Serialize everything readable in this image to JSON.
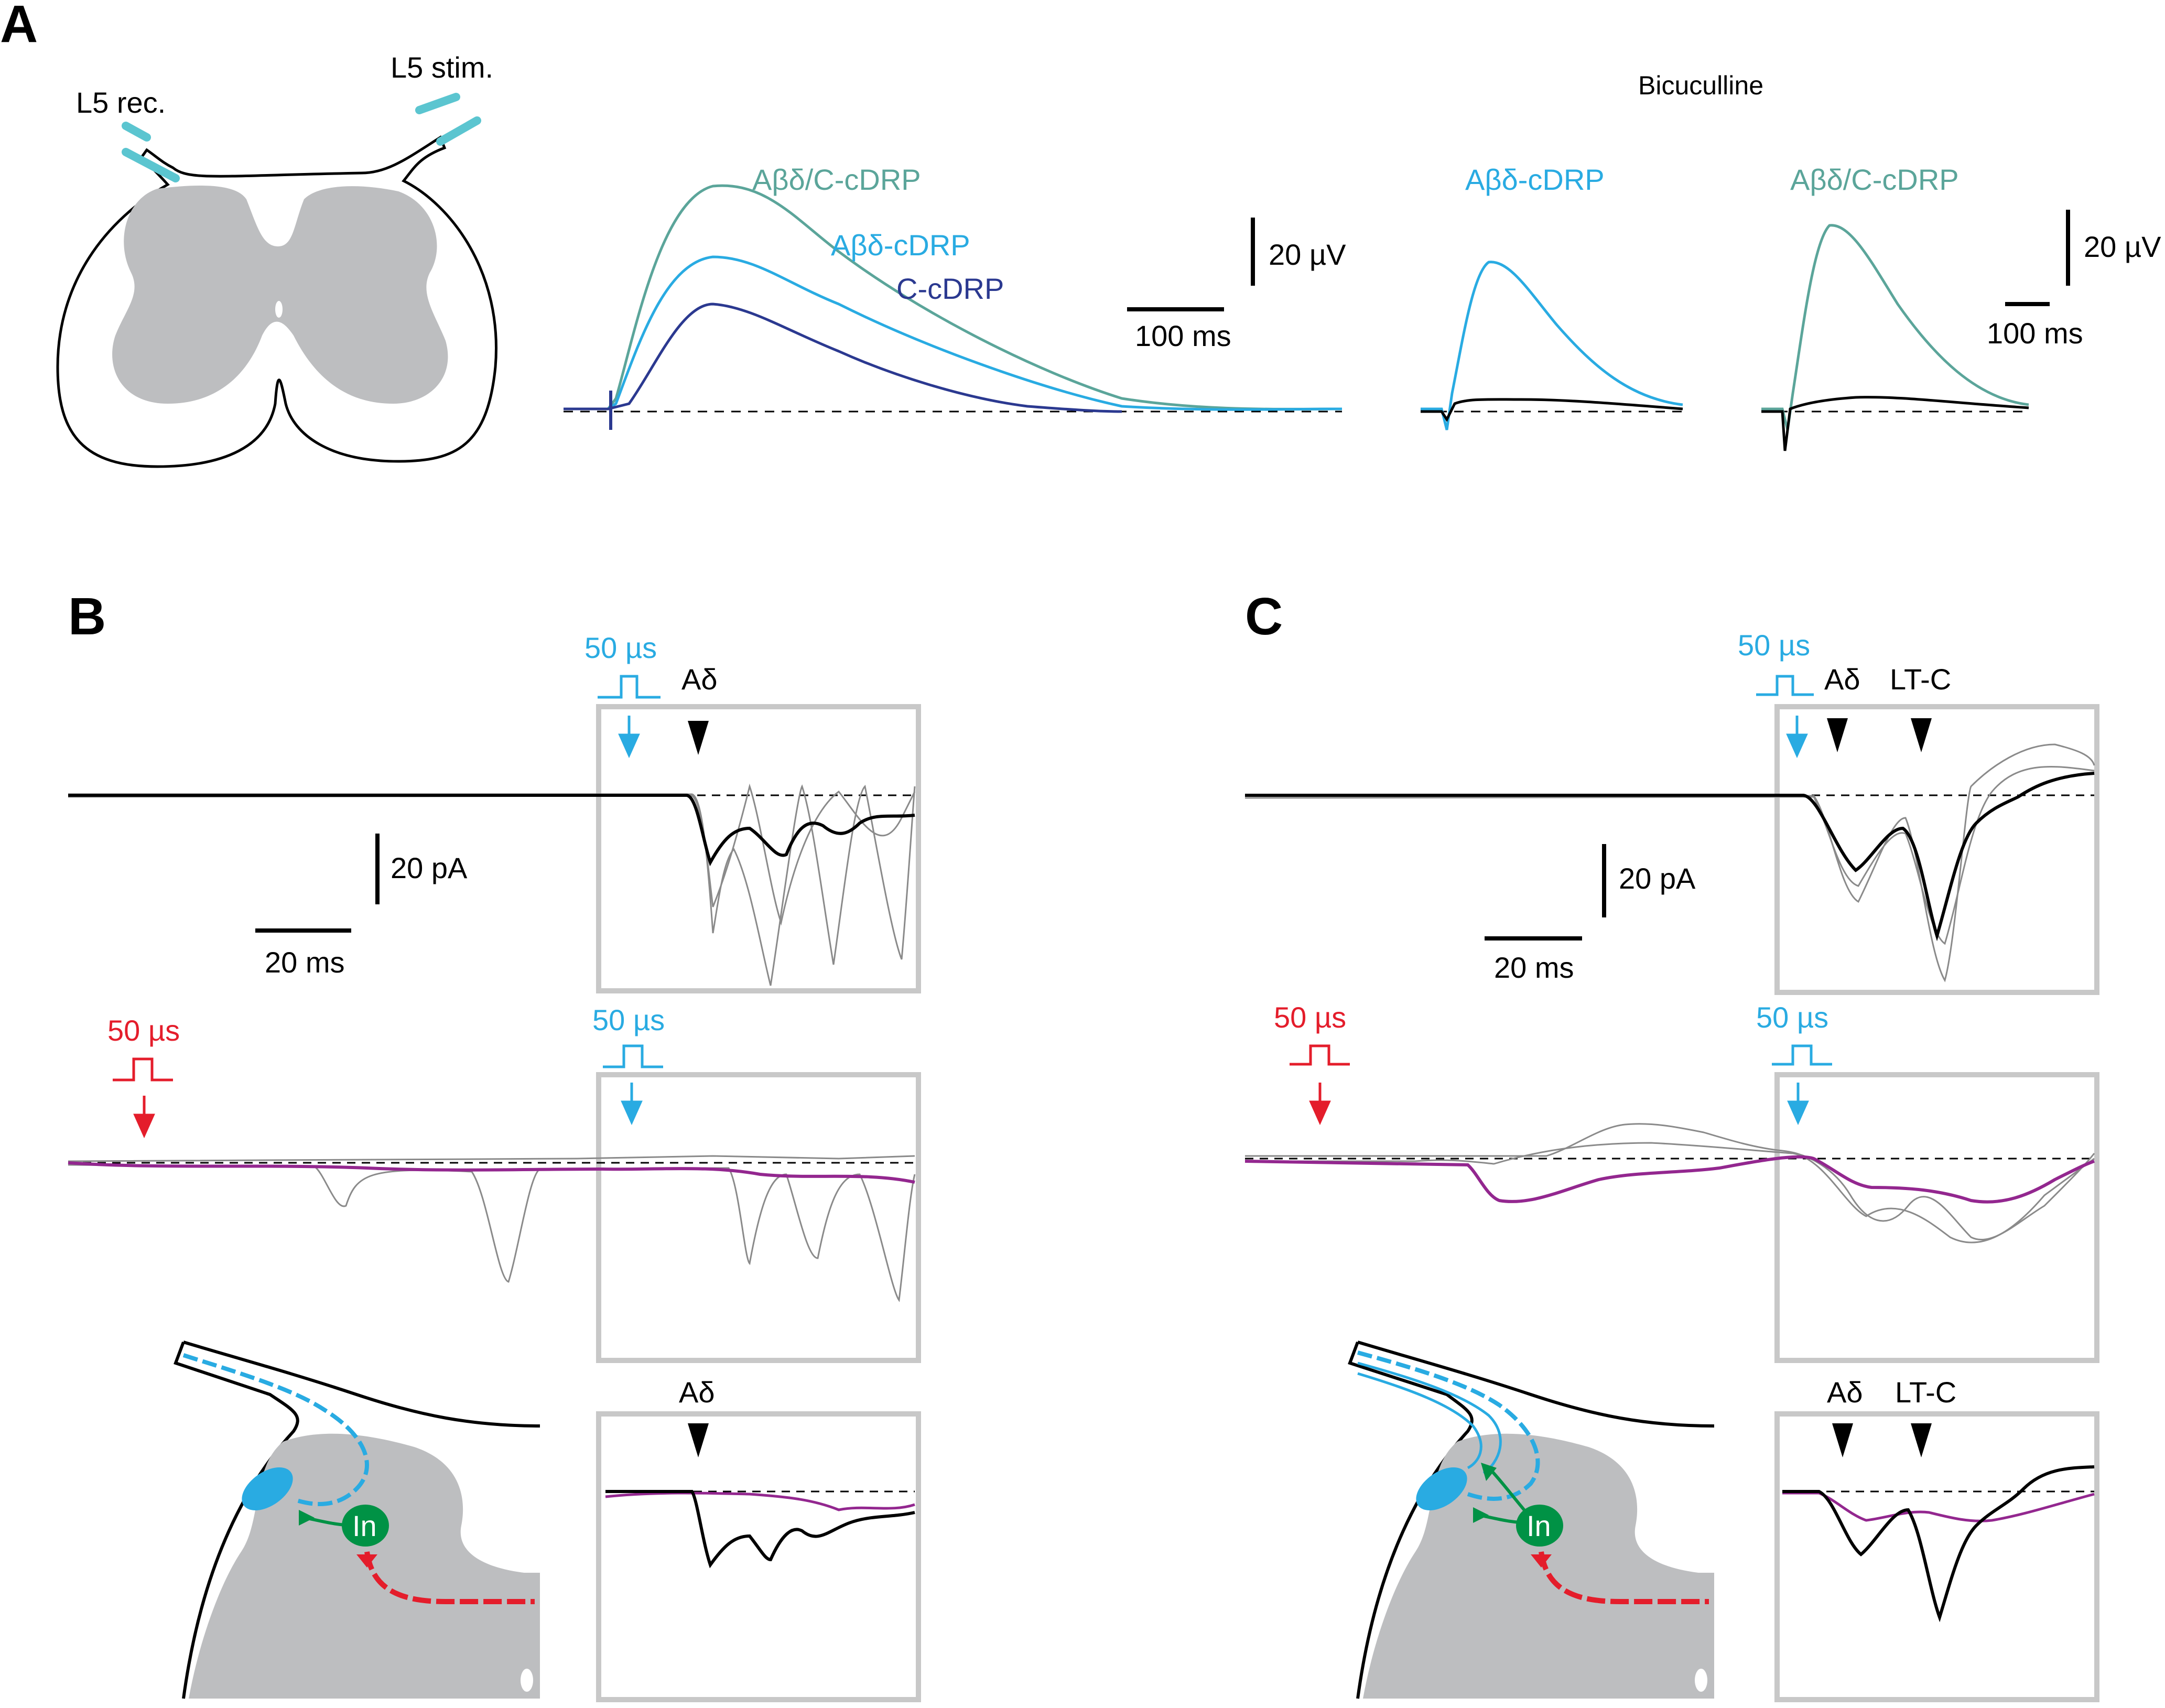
{
  "panels": {
    "A": {
      "letter": "A",
      "electrodes": {
        "rec": "L5 rec.",
        "stim": "L5 stim."
      },
      "traces_labels": {
        "combined": "Aβδ/C-cDRP",
        "abd": "Aβδ-cDRP",
        "c": "C-cDRP"
      },
      "scale_left": {
        "voltage": "20 µV",
        "time": "100 ms"
      },
      "bicuculline": {
        "title": "Bicuculline",
        "abd": "Aβδ-cDRP",
        "combined": "Aβδ/C-cDRP",
        "scale": {
          "voltage": "20 µV",
          "time": "100 ms"
        }
      }
    },
    "B": {
      "letter": "B",
      "pulse_blue": "50 µs",
      "pulse_red": "50 µs",
      "pulse_blue_2": "50 µs",
      "arrowhead_top": "Aδ",
      "arrowhead_bottom": "Aδ",
      "scale": {
        "current": "20 pA",
        "time": "20 ms"
      },
      "neuron_label": "In"
    },
    "C": {
      "letter": "C",
      "pulse_blue": "50 µs",
      "pulse_red": "50 µs",
      "pulse_blue_2": "50 µs",
      "arrowheads_top": [
        "Aδ",
        "LT-C"
      ],
      "arrowheads_bottom": [
        "Aδ",
        "LT-C"
      ],
      "scale": {
        "current": "20 pA",
        "time": "20 ms"
      },
      "neuron_label": "In"
    }
  },
  "colors": {
    "teal": "#5ba59a",
    "cyan": "#29abe2",
    "navy": "#2b3990",
    "red": "#e41d2b",
    "purple": "#93278f",
    "green": "#009245",
    "gray_matter": "#bdbec0",
    "electrode": "#5bc5d0",
    "box": "#c8c8c8"
  }
}
